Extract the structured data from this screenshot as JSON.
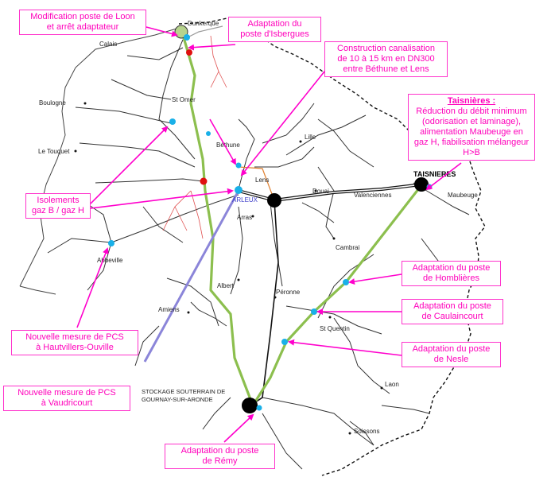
{
  "map": {
    "cities": {
      "dunkerque": "Dunkerque",
      "calais": "Calais",
      "st_omer": "St Omer",
      "boulogne": "Boulogne",
      "le_touquet": "Le Touquet",
      "bethune": "Béthune",
      "lille": "Lille",
      "lens": "Lens",
      "douai": "Douai",
      "valenciennes": "Valenciennes",
      "arleux": "ARLEUX",
      "arras": "Arras",
      "cambrai": "Cambrai",
      "taisnieres": "TAISNIERES",
      "maubeuge": "Maubeuge",
      "abbeville": "Abbeville",
      "albert": "Albert",
      "peronne": "Péronne",
      "amiens": "Amiens",
      "st_quentin": "St Quentin",
      "laon": "Laon",
      "soissons": "Soissons"
    },
    "storage_label": [
      "STOCKAGE SOUTERRAIN DE",
      "GOURNAY-SUR-ARONDE"
    ],
    "colors": {
      "callout_border": "#ff33cc",
      "callout_text": "#ff00bb",
      "arrow": "#ff00cc",
      "green_line": "#8cbf4e",
      "purple_line": "#8b85d9",
      "node_blue": "#19b0e8",
      "node_red": "#e01010",
      "hub_black": "#000000",
      "border_dash": "#111111"
    }
  },
  "callouts": {
    "loon": [
      "Modification poste de Loon",
      "et arrêt adaptateur"
    ],
    "isbergues": [
      "Adaptation du",
      "poste d'Isbergues"
    ],
    "canalisation": [
      "Construction canalisation",
      "de 10 à 15 km en DN300",
      "entre Béthune et Lens"
    ],
    "taisnieres_title": "Taisnières :",
    "taisnieres": [
      "Réduction du débit minimum",
      "(odorisation et laminage),",
      "alimentation Maubeuge en",
      "gaz H, fiabilisation mélangeur",
      "H>B"
    ],
    "isolements": [
      "Isolements",
      "gaz B / gaz H"
    ],
    "hombliere": [
      "Adaptation du poste",
      "de Homblières"
    ],
    "caulaincourt": [
      "Adaptation du poste",
      "de Caulaincourt"
    ],
    "nesle": [
      "Adaptation du poste",
      "de Nesle"
    ],
    "hautvillers": [
      "Nouvelle mesure de PCS",
      "à Hautvillers-Ouville"
    ],
    "vaudricourt": [
      "Nouvelle mesure de PCS",
      "à Vaudricourt"
    ],
    "remy": [
      "Adaptation du poste",
      "de Rémy"
    ]
  }
}
